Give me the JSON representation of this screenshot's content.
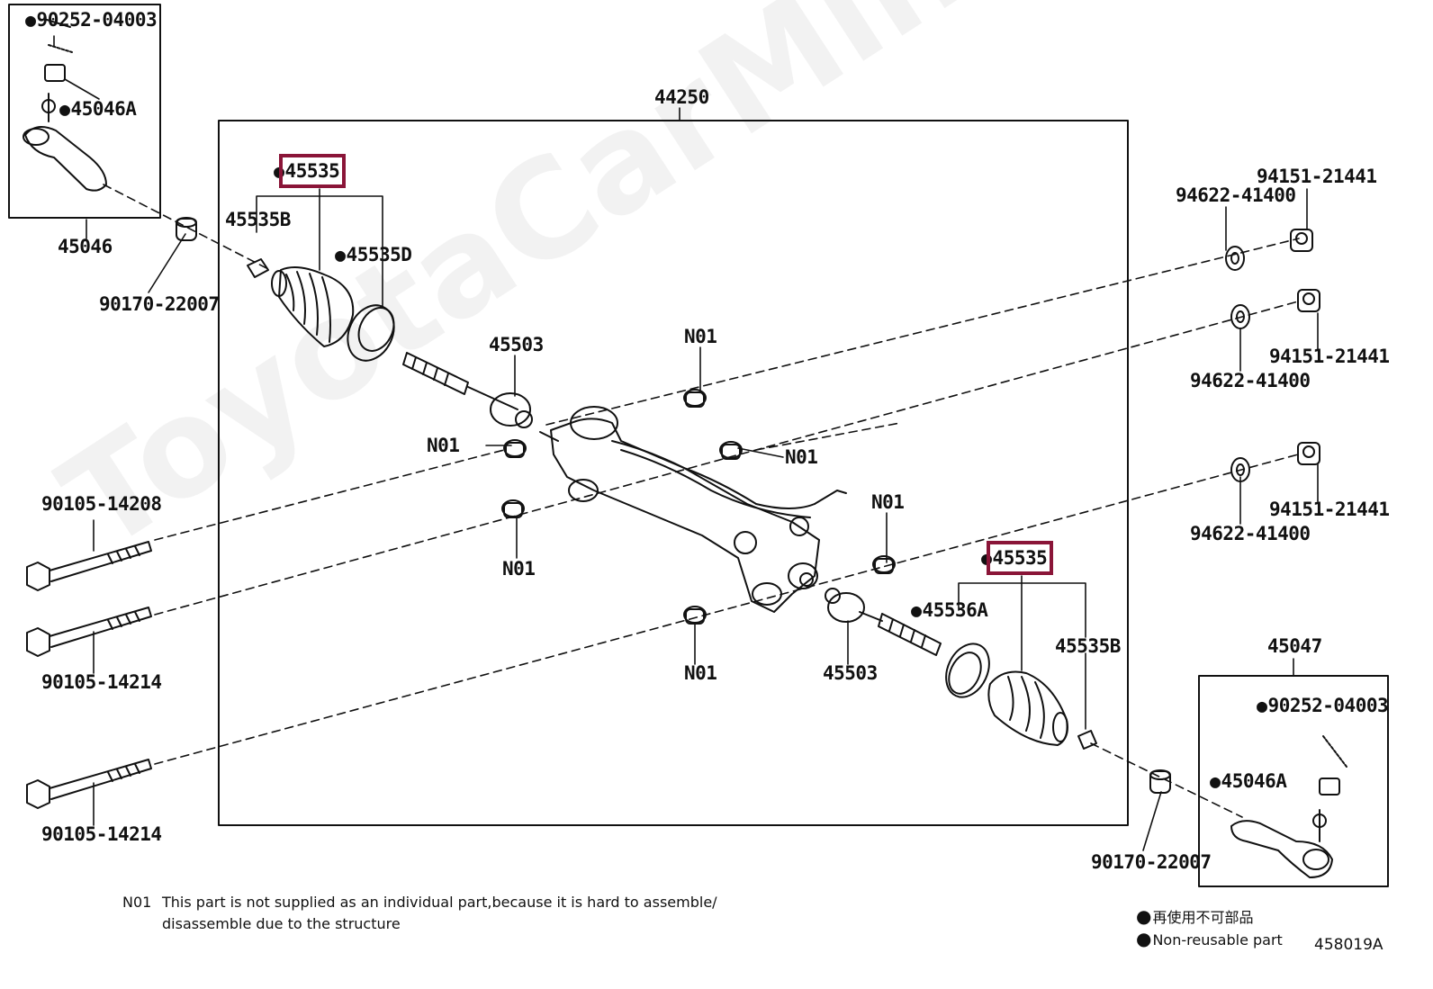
{
  "watermark": "ToyotaCarMine.ru",
  "labels": {
    "n90252_tl": "90252-04003",
    "n45046A_tl": "45046A",
    "n45046": "45046",
    "n90170_l": "90170-22007",
    "n44250": "44250",
    "n45535_top": "45535",
    "n45535B_top": "45535B",
    "n45535D": "45535D",
    "n45503_top": "45503",
    "n01_a": "N01",
    "n01_b": "N01",
    "n01_c": "N01",
    "n01_d": "N01",
    "n01_e": "N01",
    "n01_f": "N01",
    "n94622_a": "94622-41400",
    "n94151_a": "94151-21441",
    "n94151_b": "94151-21441",
    "n94622_b": "94622-41400",
    "n94151_c": "94151-21441",
    "n94622_c": "94622-41400",
    "n90105_a": "90105-14208",
    "n90105_b": "90105-14214",
    "n90105_c": "90105-14214",
    "n45535_bot": "45535",
    "n45536A": "45536A",
    "n45535B_bot": "45535B",
    "n45503_bot": "45503",
    "n45047": "45047",
    "n90252_br": "90252-04003",
    "n45046A_br": "45046A",
    "n90170_r": "90170-22007",
    "code": "458019A"
  },
  "note": {
    "key": "N01",
    "line1": "This part is not supplied as an individual part,because it is hard to assemble/",
    "line2": "disassemble due to the structure"
  },
  "legend": {
    "jp": "再使用不可部品",
    "en": "Non-reusable part"
  },
  "colors": {
    "highlight": "#8a1538",
    "line": "#111111"
  }
}
